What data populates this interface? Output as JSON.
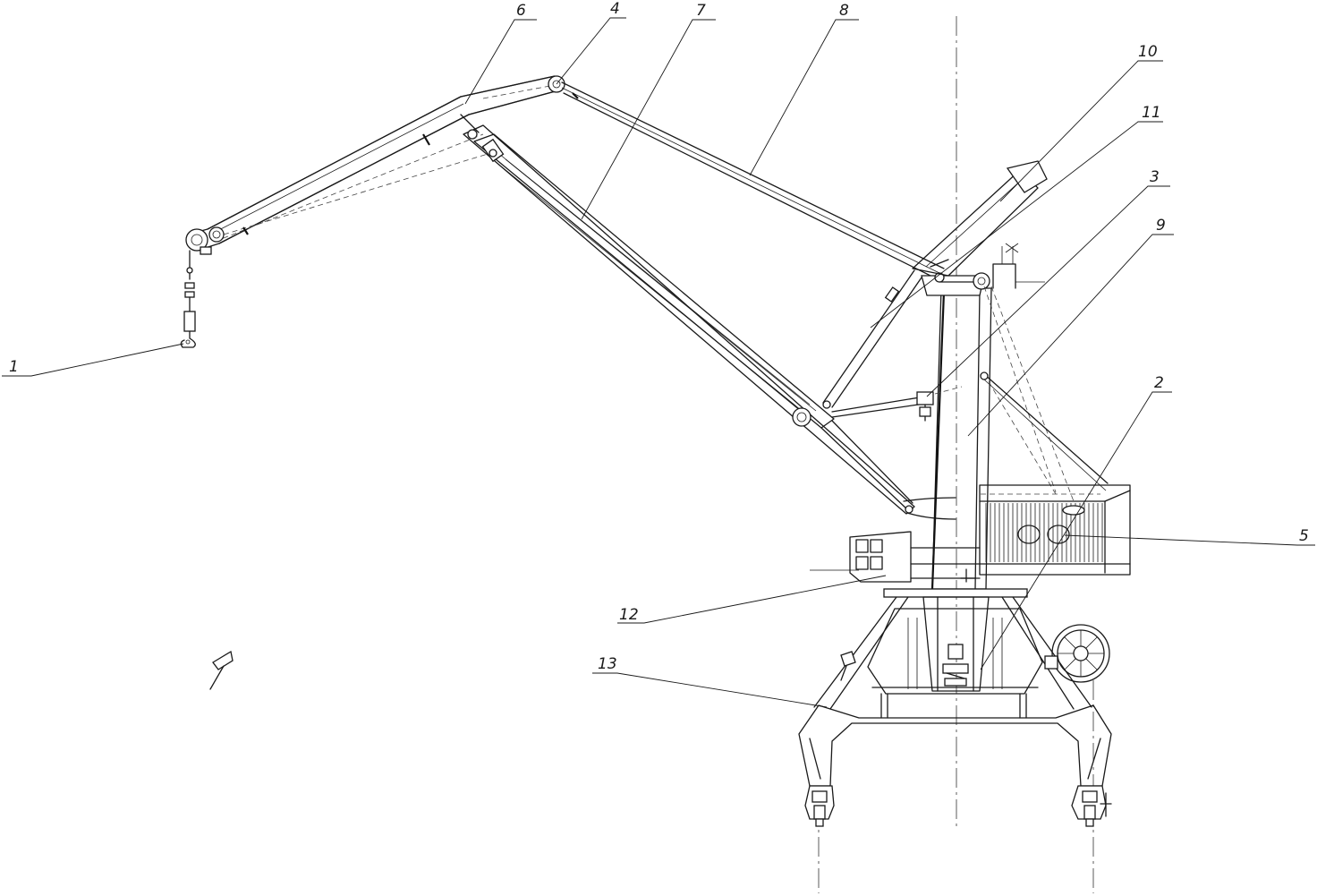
{
  "drawing": {
    "callouts": [
      {
        "id": "c1",
        "label": "1"
      },
      {
        "id": "c2",
        "label": "2"
      },
      {
        "id": "c3",
        "label": "3"
      },
      {
        "id": "c4",
        "label": "4"
      },
      {
        "id": "c5",
        "label": "5"
      },
      {
        "id": "c6",
        "label": "6"
      },
      {
        "id": "c7",
        "label": "7"
      },
      {
        "id": "c8",
        "label": "8"
      },
      {
        "id": "c9",
        "label": "9"
      },
      {
        "id": "c10",
        "label": "10"
      },
      {
        "id": "c11",
        "label": "11"
      },
      {
        "id": "c12",
        "label": "12"
      },
      {
        "id": "c13",
        "label": "13"
      }
    ]
  }
}
